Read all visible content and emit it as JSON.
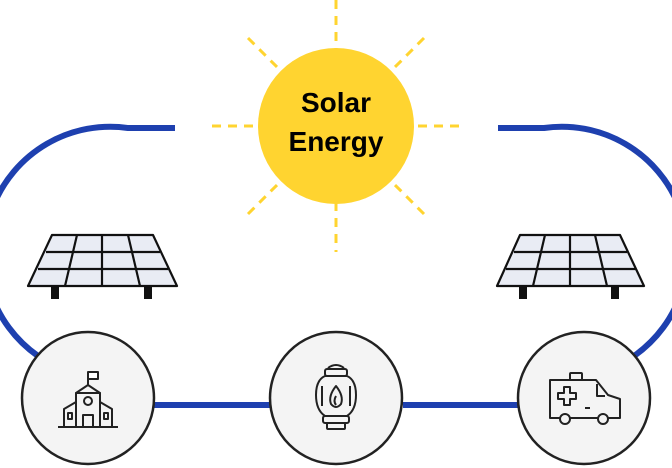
{
  "sun": {
    "line1": "Solar",
    "line2": "Energy",
    "color": "#FFD430"
  },
  "connector": {
    "color": "#1E40AF"
  },
  "panels": [
    {
      "name": "left-solar-panel",
      "icon": "solar-panel-icon"
    },
    {
      "name": "right-solar-panel",
      "icon": "solar-panel-icon"
    }
  ],
  "nodes": [
    {
      "name": "school-node",
      "icon": "school-icon"
    },
    {
      "name": "lantern-node",
      "icon": "gas-lantern-icon"
    },
    {
      "name": "ambulance-node",
      "icon": "ambulance-icon"
    }
  ],
  "colors": {
    "node_fill": "#F4F4F4",
    "outline": "#222222",
    "panel_cell": "#E9ECF4"
  }
}
